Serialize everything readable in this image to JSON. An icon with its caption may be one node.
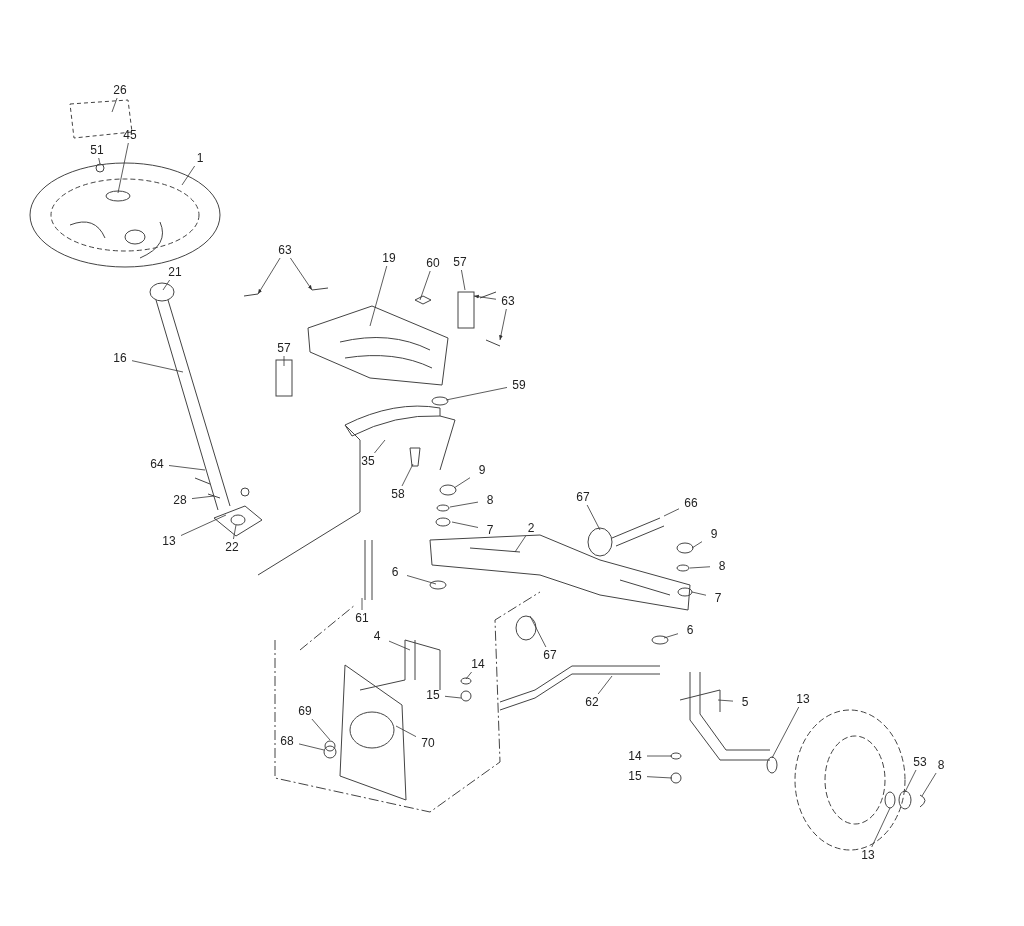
{
  "diagram": {
    "nodes": [
      {
        "text": [
          "26"
        ]
      },
      {
        "text": [
          "45"
        ]
      },
      {
        "text": [
          "51"
        ]
      },
      {
        "text": [
          "1"
        ]
      },
      {
        "text": [
          "21"
        ]
      },
      {
        "text": [
          "16"
        ]
      },
      {
        "text": [
          "64"
        ]
      },
      {
        "text": [
          "28"
        ]
      },
      {
        "text": [
          "13"
        ]
      },
      {
        "text": [
          "22"
        ]
      },
      {
        "text": [
          "63"
        ]
      },
      {
        "text": [
          "57"
        ]
      },
      {
        "text": [
          "19"
        ]
      },
      {
        "text": [
          "60"
        ]
      },
      {
        "text": [
          "57"
        ]
      },
      {
        "text": [
          "63"
        ]
      },
      {
        "text": [
          "59"
        ]
      },
      {
        "text": [
          "35"
        ]
      },
      {
        "text": [
          "58"
        ]
      },
      {
        "text": [
          "9"
        ]
      },
      {
        "text": [
          "8"
        ]
      },
      {
        "text": [
          "7"
        ]
      },
      {
        "text": [
          "67"
        ]
      },
      {
        "text": [
          "66"
        ]
      },
      {
        "text": [
          "2"
        ]
      },
      {
        "text": [
          "9"
        ]
      },
      {
        "text": [
          "8"
        ]
      },
      {
        "text": [
          "7"
        ]
      },
      {
        "text": [
          "6"
        ]
      },
      {
        "text": [
          "61"
        ]
      },
      {
        "text": [
          "67"
        ]
      },
      {
        "text": [
          "6"
        ]
      },
      {
        "text": [
          "4"
        ]
      },
      {
        "text": [
          "14"
        ]
      },
      {
        "text": [
          "15"
        ]
      },
      {
        "text": [
          "62"
        ]
      },
      {
        "text": [
          "5"
        ]
      },
      {
        "text": [
          "13"
        ]
      },
      {
        "text": [
          "69"
        ]
      },
      {
        "text": [
          "70"
        ]
      },
      {
        "text": [
          "68"
        ]
      },
      {
        "text": [
          "14"
        ]
      },
      {
        "text": [
          "15"
        ]
      },
      {
        "text": [
          "53"
        ]
      },
      {
        "text": [
          "8"
        ]
      },
      {
        "text": [
          "13"
        ]
      }
    ],
    "edges": [
      {
        "from": 0,
        "to": null,
        "arrow": "none"
      },
      {
        "from": 1,
        "to": null,
        "arrow": "none"
      },
      {
        "from": 2,
        "to": null,
        "arrow": "none"
      },
      {
        "from": 3,
        "to": null,
        "arrow": "none"
      },
      {
        "from": 4,
        "to": null,
        "arrow": "none"
      },
      {
        "from": 5,
        "to": null,
        "arrow": "none"
      },
      {
        "from": 6,
        "to": null,
        "arrow": "none"
      },
      {
        "from": 7,
        "to": null,
        "arrow": "none"
      },
      {
        "from": 8,
        "to": null,
        "arrow": "none"
      },
      {
        "from": 9,
        "to": null,
        "arrow": "none"
      },
      {
        "from": 10,
        "to": null,
        "arrow": "to"
      },
      {
        "from": 10,
        "to": null,
        "arrow": "to"
      },
      {
        "from": 11,
        "to": null,
        "arrow": "none"
      },
      {
        "from": 12,
        "to": null,
        "arrow": "none"
      },
      {
        "from": 13,
        "to": null,
        "arrow": "none"
      },
      {
        "from": 14,
        "to": null,
        "arrow": "none"
      },
      {
        "from": 15,
        "to": null,
        "arrow": "to"
      },
      {
        "from": 15,
        "to": null,
        "arrow": "to"
      },
      {
        "from": 16,
        "to": null,
        "arrow": "none"
      },
      {
        "from": 17,
        "to": null,
        "arrow": "none"
      },
      {
        "from": 18,
        "to": null,
        "arrow": "none"
      },
      {
        "from": 19,
        "to": null,
        "arrow": "none"
      },
      {
        "from": 20,
        "to": null,
        "arrow": "none"
      },
      {
        "from": 21,
        "to": null,
        "arrow": "none"
      },
      {
        "from": 22,
        "to": null,
        "arrow": "none"
      },
      {
        "from": 23,
        "to": null,
        "arrow": "none"
      },
      {
        "from": 24,
        "to": null,
        "arrow": "none"
      },
      {
        "from": 25,
        "to": null,
        "arrow": "none"
      },
      {
        "from": 26,
        "to": null,
        "arrow": "none"
      },
      {
        "from": 27,
        "to": null,
        "arrow": "none"
      },
      {
        "from": 28,
        "to": null,
        "arrow": "none"
      },
      {
        "from": 29,
        "to": null,
        "arrow": "none"
      },
      {
        "from": 30,
        "to": null,
        "arrow": "none"
      },
      {
        "from": 31,
        "to": null,
        "arrow": "none"
      },
      {
        "from": 32,
        "to": null,
        "arrow": "none"
      },
      {
        "from": 33,
        "to": null,
        "arrow": "none"
      },
      {
        "from": 34,
        "to": null,
        "arrow": "none"
      },
      {
        "from": 35,
        "to": null,
        "arrow": "none"
      },
      {
        "from": 36,
        "to": null,
        "arrow": "none"
      },
      {
        "from": 37,
        "to": null,
        "arrow": "none"
      },
      {
        "from": 38,
        "to": null,
        "arrow": "none"
      },
      {
        "from": 39,
        "to": null,
        "arrow": "none"
      },
      {
        "from": 40,
        "to": null,
        "arrow": "none"
      },
      {
        "from": 41,
        "to": null,
        "arrow": "none"
      },
      {
        "from": 42,
        "to": null,
        "arrow": "none"
      },
      {
        "from": 43,
        "to": null,
        "arrow": "none"
      },
      {
        "from": 44,
        "to": null,
        "arrow": "none"
      },
      {
        "from": 45,
        "to": null,
        "arrow": "none"
      }
    ]
  }
}
